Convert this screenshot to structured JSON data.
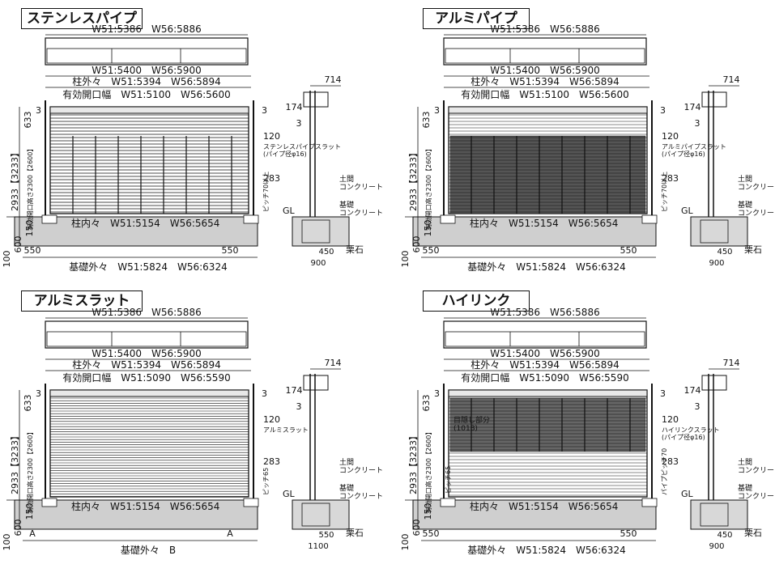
{
  "panels": [
    {
      "title": "ステンレスパイプ",
      "roof_width": "W51:5386　W56:5886",
      "overall_width": "W51:5400　W56:5900",
      "post_outer": "柱外々　W51:5394　W56:5894",
      "opening_width": "有効開口幅　W51:5100　W56:5600",
      "post_inner": "柱内々　W51:5154　W56:5654",
      "base_outer": "基礎外々　W51:5824　W56:6324",
      "left_dims": [
        "2933【3233】",
        "有効開口高さ2300【2600】",
        "633",
        "3",
        "150",
        "600",
        "100"
      ],
      "top_side_label": "3",
      "infill_label": "ステンレスパイプスラット\n(パイプ径φ16)",
      "infill_right_dims": [
        "120",
        "283"
      ],
      "pitch_label": "ピッチ70以上",
      "bottom_left": "550",
      "bottom_right": "550",
      "side_dims": [
        "714",
        "174",
        "3"
      ],
      "side_labels": [
        "土間\nコンクリート",
        "基礎\nコンクリート",
        "GL",
        "栗石"
      ],
      "side_bottom": [
        "450",
        "900"
      ]
    },
    {
      "title": "アルミパイプ",
      "roof_width": "W51:5386　W56:5886",
      "overall_width": "W51:5400　W56:5900",
      "post_outer": "柱外々　W51:5394　W56:5894",
      "opening_width": "有効開口幅　W51:5100　W56:5600",
      "post_inner": "柱内々　W51:5154　W56:5654",
      "base_outer": "基礎外々　W51:5824　W56:6324",
      "left_dims": [
        "2933【3233】",
        "有効開口高さ2300【2600】",
        "633",
        "3",
        "150",
        "600",
        "100"
      ],
      "top_side_label": "3",
      "infill_label": "アルミパイプスラット\n(パイプ径φ16)",
      "infill_right_dims": [
        "120",
        "283"
      ],
      "pitch_label": "ピッチ70以上",
      "bottom_left": "550",
      "bottom_right": "550",
      "side_dims": [
        "714",
        "174",
        "3"
      ],
      "side_labels": [
        "土間\nコンクリート",
        "基礎\nコンクリート",
        "GL",
        "栗石"
      ],
      "side_bottom": [
        "450",
        "900"
      ]
    },
    {
      "title": "アルミスラット",
      "roof_width": "W51:5386　W56:5886",
      "overall_width": "W51:5400　W56:5900",
      "post_outer": "柱外々　W51:5394　W56:5894",
      "opening_width": "有効開口幅　W51:5090　W56:5590",
      "post_inner": "柱内々　W51:5154　W56:5654",
      "base_outer": "基礎外々　B",
      "left_dims": [
        "2933【3233】",
        "有効開口高さ2300【2600】",
        "633",
        "3",
        "150",
        "600",
        "100"
      ],
      "top_side_label": "3",
      "infill_label": "アルミスラット",
      "infill_right_dims": [
        "120",
        "283"
      ],
      "pitch_label": "ピッチ65",
      "bottom_left": "A",
      "bottom_right": "A",
      "side_dims": [
        "714",
        "174",
        "3"
      ],
      "side_labels": [
        "土間\nコンクリート",
        "基礎\nコンクリート",
        "GL",
        "栗石"
      ],
      "side_bottom": [
        "550",
        "1100"
      ]
    },
    {
      "title": "ハイリンク",
      "roof_width": "W51:5386　W56:5886",
      "overall_width": "W51:5400　W56:5900",
      "post_outer": "柱外々　W51:5394　W56:5894",
      "opening_width": "有効開口幅　W51:5090　W56:5590",
      "post_inner": "柱内々　W51:5154　W56:5654",
      "base_outer": "基礎外々　W51:5824　W56:6324",
      "left_dims": [
        "2933【3233】",
        "有効開口高さ2300【2600】",
        "633",
        "3",
        "150",
        "600",
        "100"
      ],
      "top_side_label": "3",
      "infill_label": "ハイリンクスラット\n(パイプ径φ16)",
      "infill_right_dims": [
        "120",
        "283"
      ],
      "pitch_label": "パイプピッチ70",
      "extra_label": "目隠し部分\n(1018)",
      "extra_pitch": "ピッチ65",
      "bottom_left": "550",
      "bottom_right": "550",
      "side_dims": [
        "714",
        "174",
        "3"
      ],
      "side_labels": [
        "土間\nコンクリート",
        "基礎\nコンクリート",
        "GL",
        "栗石"
      ],
      "side_bottom": [
        "450",
        "900"
      ]
    }
  ]
}
